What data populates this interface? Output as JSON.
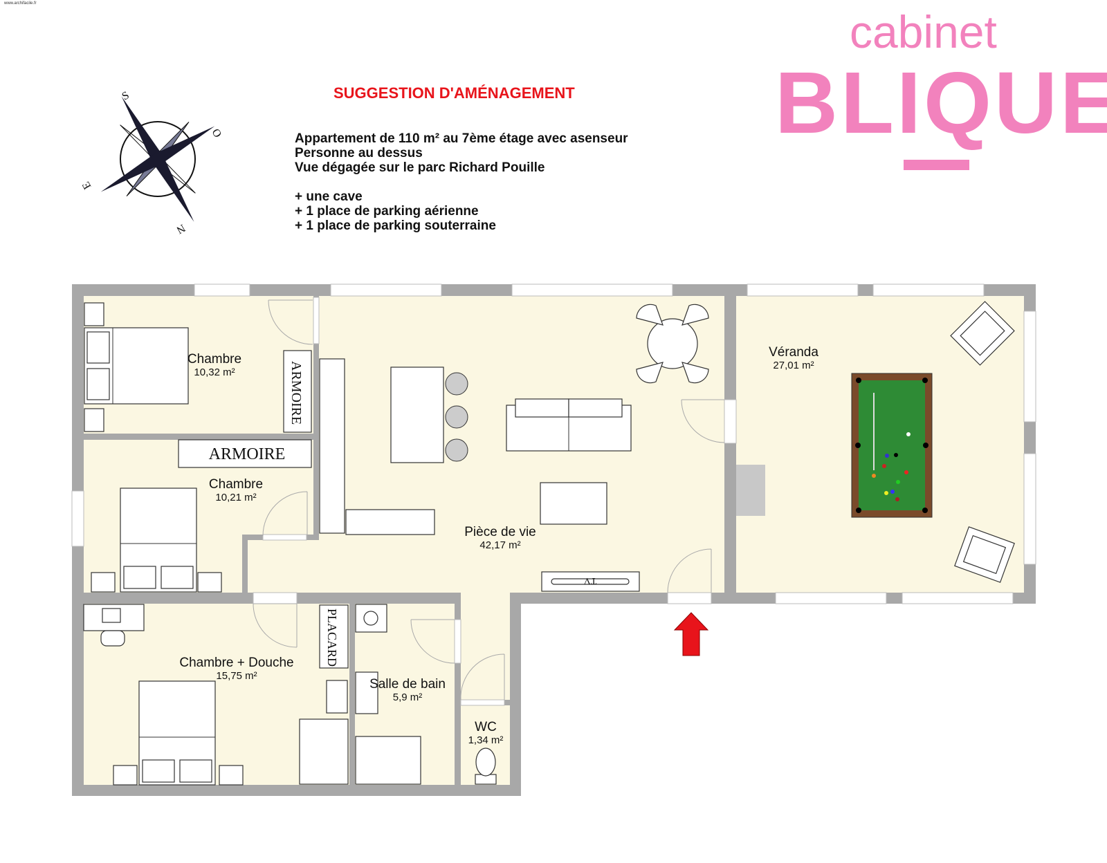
{
  "credit": "www.archifacile.fr",
  "title": "SUGGESTION D'AMÉNAGEMENT",
  "description": [
    "Appartement de 110 m² au 7ème étage avec asenseur",
    "Personne au dessus",
    "Vue dégagée sur le parc Richard Pouille",
    "+ une cave",
    "+ 1 place de parking aérienne",
    "+ 1 place de parking souterraine"
  ],
  "logo": {
    "top": "cabinet",
    "main": "BLIQUE",
    "color": "#f282bd"
  },
  "compass": {
    "s": "S",
    "o": "O",
    "e": "E",
    "n": "N"
  },
  "colors": {
    "wall": "#a8a8a8",
    "floor": "#fbf7e2",
    "arrow": "#e8141b",
    "billiard": "#2e8b35"
  },
  "rooms": {
    "chambre1": {
      "name": "Chambre",
      "area": "10,32 m²"
    },
    "chambre2": {
      "name": "Chambre",
      "area": "10,21 m²"
    },
    "piece": {
      "name": "Pièce de vie",
      "area": "42,17 m²"
    },
    "veranda": {
      "name": "Véranda",
      "area": "27,01 m²"
    },
    "chambre3": {
      "name": "Chambre + Douche",
      "area": "15,75 m²"
    },
    "sdb": {
      "name": "Salle de bain",
      "area": "5,9 m²"
    },
    "wc": {
      "name": "WC",
      "area": "1,34 m²"
    }
  },
  "furniture": {
    "armoire1": "ARMOIRE",
    "armoire2": "ARMOIRE",
    "placard": "PLACARD",
    "tv": "TV"
  }
}
